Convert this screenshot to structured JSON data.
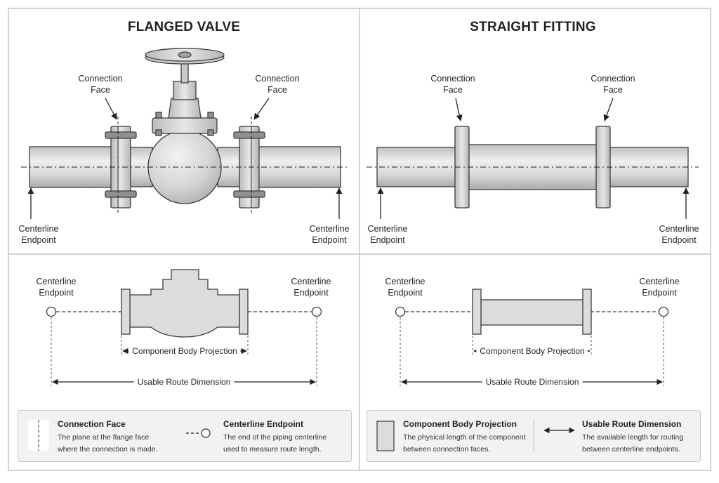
{
  "panels": {
    "flanged_valve": {
      "title": "FLANGED VALVE",
      "left_connection_label": [
        "Connection",
        "Face"
      ],
      "right_connection_label": [
        "Connection",
        "Face"
      ],
      "left_endpoint_label": [
        "Centerline",
        "Endpoint"
      ],
      "right_endpoint_label": [
        "Centerline",
        "Endpoint"
      ],
      "schematic_left_endpoint_label": [
        "Centerline",
        "Endpoint"
      ],
      "schematic_right_endpoint_label": [
        "Centerline",
        "Endpoint"
      ],
      "body_projection_label": "Component Body Projection",
      "route_dimension_label": "Usable Route Dimension"
    },
    "straight_fitting": {
      "title": "STRAIGHT FITTING",
      "left_connection_label": [
        "Connection",
        "Face"
      ],
      "right_connection_label": [
        "Connection",
        "Face"
      ],
      "left_endpoint_label": [
        "Centerline",
        "Endpoint"
      ],
      "right_endpoint_label": [
        "Centerline",
        "Endpoint"
      ],
      "schematic_left_endpoint_label": [
        "Centerline",
        "Endpoint"
      ],
      "schematic_right_endpoint_label": [
        "Centerline",
        "Endpoint"
      ],
      "body_projection_label": "Component Body Projection",
      "route_dimension_label": "Usable Route Dimension"
    }
  },
  "legend": {
    "connection_face": {
      "title": "Connection Face",
      "desc": [
        "The plane at the flange face",
        "where the connection is made."
      ]
    },
    "centerline_endpoint": {
      "title": "Centerline Endpoint",
      "desc": [
        "The end of the piping centerline",
        "used to measure route length."
      ]
    },
    "body_projection": {
      "title": "Component Body Projection",
      "desc": [
        "The physical length of the component",
        "between connection faces."
      ]
    },
    "route_dimension": {
      "title": "Usable Route Dimension",
      "desc": [
        "The available length for routing",
        "between centerline endpoints."
      ]
    }
  },
  "colors": {
    "metal": "#d4d5d6",
    "metal_light": "#e8e9ea",
    "stroke": "#3a3c3f",
    "panel_border": "#b8b8b8",
    "legend_bg": "#f2f2f2"
  }
}
